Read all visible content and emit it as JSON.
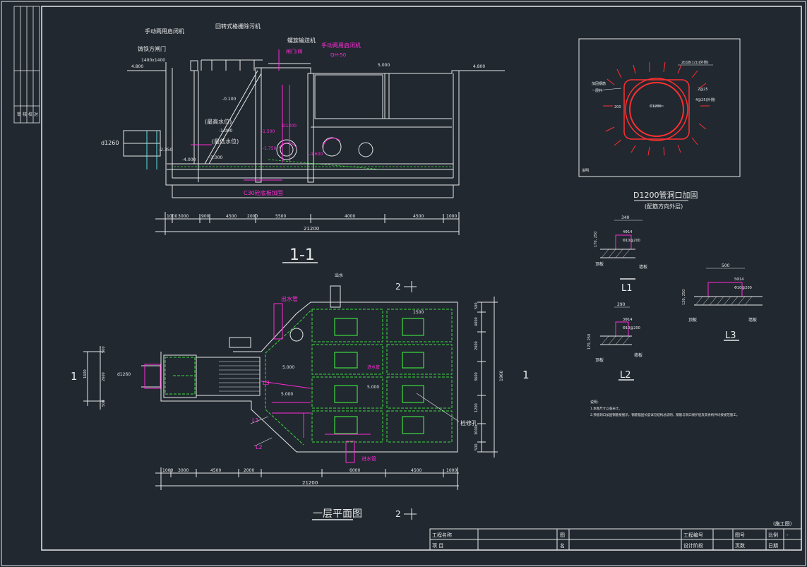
{
  "colors": {
    "background": "#212830",
    "line": "#e8e8e8",
    "green": "#3ddc3d",
    "magenta": "#ff2bd6",
    "red": "#ff3030",
    "cyan": "#5fe0e0"
  },
  "section": {
    "title": "1-1",
    "labels": {
      "gate_hoist": "手动两用启闭机",
      "cast_gate": "铸铁方闸门",
      "gate_size": "1400x1400",
      "screen": "回转式格栅除污机",
      "conveyor": "螺旋输送机",
      "hoist2": "手动两用启闭机",
      "hoist2_model": "QH-50",
      "valve": "闸门/阀",
      "high_water": "(最高水位)",
      "low_water": "(最低水位)",
      "pipe_dia": "d1260",
      "bottom_note": "C30砼底板加固",
      "pipe_label": "D1200",
      "el_ground_l": "4.800",
      "el_ground_r": "4.800",
      "el_top": "5.000",
      "el_1": "-0.100",
      "el_2": "-1.000",
      "el_3": "-1.500",
      "el_4": "-2.350",
      "el_5": "-3.000",
      "el_6": "-1.750",
      "el_7": "-4.000",
      "el_8": "-1.600"
    },
    "dims": [
      "1000",
      "3000",
      "900",
      "4500",
      "2000",
      "5500",
      "4000",
      "4500",
      "1000"
    ],
    "total_dim": "21200"
  },
  "detail_circle": {
    "title": "D1200管洞口加固",
    "subtitle": "(配筋方向外层)",
    "labels": {
      "rebar_top": "2b18(1/1)(外侧)",
      "rebar_right": "2@25",
      "rebar_bottom": "4@25(外侧)",
      "dia": "Φ1200",
      "note_l1": "加固钢筋",
      "note_l2": "一层外",
      "left_dim": "200",
      "corner": "说明"
    }
  },
  "beam_details": [
    {
      "id": "L1",
      "label": "L1",
      "width": "340",
      "top": "4Φ14",
      "stirrup": "Φ10@200",
      "plate": "顶板",
      "side": "墙板",
      "height": "170, 250"
    },
    {
      "id": "L2",
      "label": "L2",
      "width": "290",
      "top": "3Φ14",
      "stirrup": "Φ10@200",
      "plate": "顶板",
      "side": "墙板",
      "height": "170, 250"
    },
    {
      "id": "L3",
      "label": "L3",
      "width": "500",
      "top": "5Φ14",
      "stirrup": "Φ10@200",
      "plate": "顶板",
      "side": "墙板",
      "height": "120, 250"
    }
  ],
  "notes": {
    "heading": "说明:",
    "line1": "1.本图尺寸以毫米计。",
    "line2": "2.预留洞口加固钢筋按图示，钢筋锚固长度详见结构总说明，钢筋与洞口保护层及其余构件均按规范施工。"
  },
  "plan": {
    "title": "一层平面图",
    "labels": {
      "outlet": "出水管",
      "inlet_pipe": "进水管",
      "outlet2": "进水管",
      "hatch": "检修孔",
      "el_plan1": "5.000",
      "el_plan2": "5.000",
      "el_plan3": "5.000",
      "pipe_in": "d1260",
      "l1": "L1",
      "l2": "L2",
      "l3": "L3",
      "top_pipe": "出水",
      "side_dim": "1960"
    },
    "dims": [
      "1000",
      "3000",
      "4500",
      "2000",
      "6000",
      "4500",
      "1000"
    ],
    "total_dim": "21200",
    "right_dims": [
      "500",
      "4000",
      "2000",
      "3600",
      "1200",
      "3000",
      "500"
    ],
    "left_dims": [
      "500",
      "1600",
      "2600",
      "500"
    ],
    "cells_dim": "1500"
  },
  "section_marks": {
    "left": "1",
    "right": "1",
    "top": "2",
    "bottom": "2"
  },
  "title_block": {
    "project_name_label": "工程名称",
    "project_label": "项 目",
    "figure_label": "图",
    "name_label": "名",
    "project_no_label": "工程编号",
    "design_stage_label": "设计阶段",
    "drawing_no_label": "图号",
    "page_label": "页数",
    "scale_label": "比例",
    "scale_value": "-",
    "date_label": "日期",
    "stamp": "(施工图)"
  },
  "side_block": {
    "label1": "审 核",
    "label2": "校 对"
  }
}
